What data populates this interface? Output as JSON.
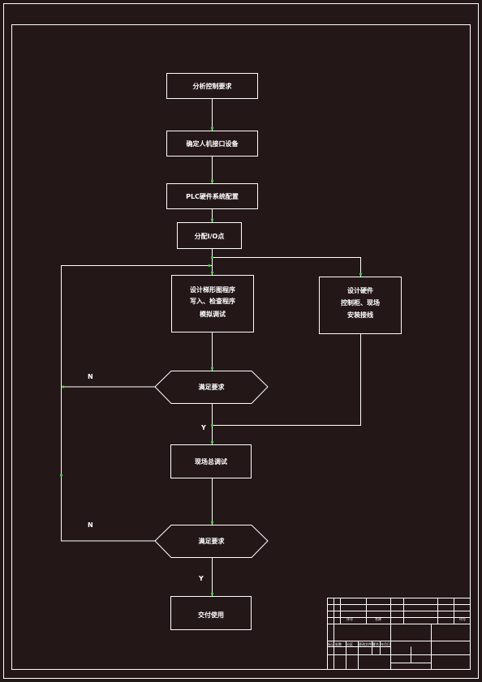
{
  "steps": {
    "analyze": "分析控制要求",
    "hmi": "确定人机接口设备",
    "plc_config": "PLC硬件系统配置",
    "io": "分配I/O点",
    "software": [
      "设计梯形图程序",
      "写入、检查程序",
      "模拟调试"
    ],
    "hardware": [
      "设计硬件",
      "控制柜、现场",
      "安装接线"
    ],
    "check1": "满足要求",
    "site_debug": "现场总调试",
    "check2": "满足要求",
    "deliver": "交付使用"
  },
  "labels": {
    "n1": "N",
    "y1": "Y",
    "n2": "N",
    "y2": "Y"
  },
  "title_block": {
    "header": [
      "序号",
      "名称",
      "代号"
    ],
    "cells": [
      "标记",
      "处数",
      "分区",
      "更改文件号",
      "签名",
      "年月日"
    ]
  }
}
